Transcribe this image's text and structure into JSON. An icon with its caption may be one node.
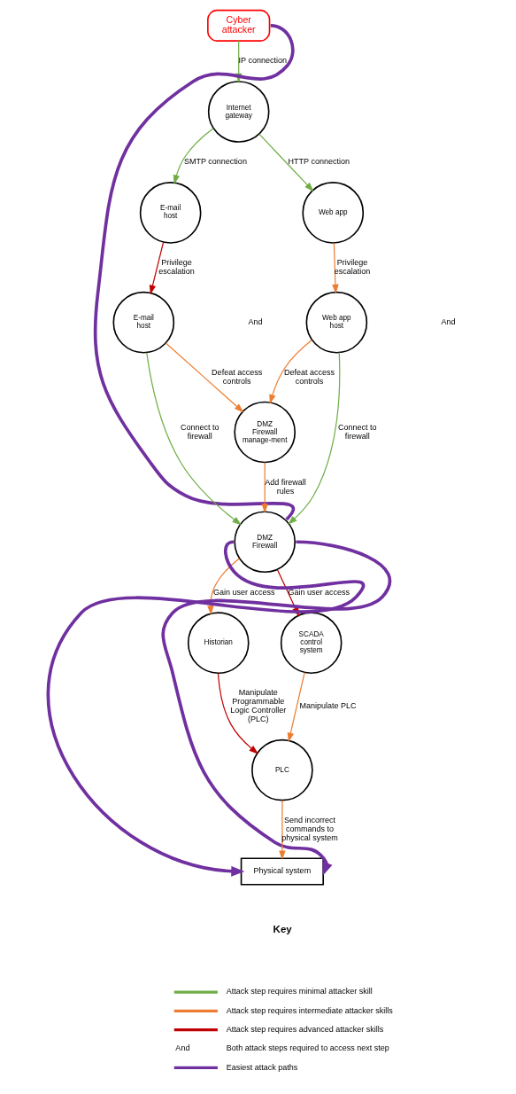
{
  "diagram": {
    "nodes": [
      {
        "text": [
          "Cyber attacker"
        ]
      },
      {
        "text": [
          "Internet gateway"
        ]
      },
      {
        "text": [
          "E-mail host"
        ]
      },
      {
        "text": [
          "Web app"
        ]
      },
      {
        "text": [
          "E-mail host"
        ]
      },
      {
        "text": [
          "Web app host"
        ]
      },
      {
        "text": [
          "DMZ Firewall manage-ment"
        ]
      },
      {
        "text": [
          "DMZ Firewall"
        ]
      },
      {
        "text": [
          "Historian"
        ]
      },
      {
        "text": [
          "SCADA control system"
        ]
      },
      {
        "text": [
          "PLC"
        ]
      },
      {
        "text": [
          "Physical system"
        ]
      }
    ],
    "edges": [
      {
        "from": 0,
        "to": 1,
        "arrow": "to",
        "label": "IP connection",
        "color": "#70ad47"
      },
      {
        "from": 1,
        "to": 2,
        "arrow": "to",
        "label": "SMTP connection",
        "color": "#70ad47"
      },
      {
        "from": 1,
        "to": 3,
        "arrow": "to",
        "label": "HTTP connection",
        "color": "#70ad47"
      },
      {
        "from": 2,
        "to": 4,
        "arrow": "to",
        "label": "Privilege escalation",
        "color": "#c00000"
      },
      {
        "from": 3,
        "to": 5,
        "arrow": "to",
        "label": "Privilege escalation",
        "color": "#ed7d31"
      },
      {
        "from": 4,
        "to": 6,
        "arrow": "to",
        "label": "Defeat access controls",
        "color": "#ed7d31"
      },
      {
        "from": 5,
        "to": 6,
        "arrow": "to",
        "label": "Defeat access controls",
        "color": "#ed7d31"
      },
      {
        "from": 4,
        "to": 7,
        "arrow": "to",
        "label": "Connect to firewall",
        "color": "#70ad47"
      },
      {
        "from": 5,
        "to": 7,
        "arrow": "to",
        "label": "Connect to firewall",
        "color": "#70ad47"
      },
      {
        "from": 6,
        "to": 7,
        "arrow": "to",
        "label": "Add firewall rules",
        "color": "#ed7d31"
      },
      {
        "from": 7,
        "to": 8,
        "arrow": "to",
        "label": "Gain user access",
        "color": "#ed7d31"
      },
      {
        "from": 7,
        "to": 9,
        "arrow": "to",
        "label": "Gain user access",
        "color": "#c00000"
      },
      {
        "from": 8,
        "to": 10,
        "arrow": "to",
        "label": "Manipulate Programmable Logic Controller (PLC)",
        "color": "#c00000"
      },
      {
        "from": 9,
        "to": 10,
        "arrow": "to",
        "label": "Manipulate PLC",
        "color": "#ed7d31"
      },
      {
        "from": 10,
        "to": 11,
        "arrow": "to",
        "label": "Send incorrect commands to physical system",
        "color": "#ed7d31"
      },
      {
        "from": 0,
        "to": 7,
        "arrow": "none",
        "style": "thick",
        "color": "#7030a0"
      },
      {
        "from": 7,
        "to": 11,
        "arrow": "to",
        "style": "thick",
        "color": "#7030a0"
      },
      {
        "from": 7,
        "to": 11,
        "arrow": "to",
        "style": "thick",
        "color": "#7030a0"
      }
    ],
    "labels": [
      "And",
      "And",
      "Key",
      "And"
    ],
    "legend": [
      {
        "text": "Attack step requires minimal attacker skill",
        "color": "#70ad47"
      },
      {
        "text": "Attack step requires intermediate attacker skills",
        "color": "#ed7d31"
      },
      {
        "text": "Attack step requires advanced attacker skills",
        "color": "#c00000"
      },
      {
        "text": "Both attack steps required to access next step"
      },
      {
        "text": "Easiest attack paths",
        "color": "#7030a0"
      }
    ]
  }
}
